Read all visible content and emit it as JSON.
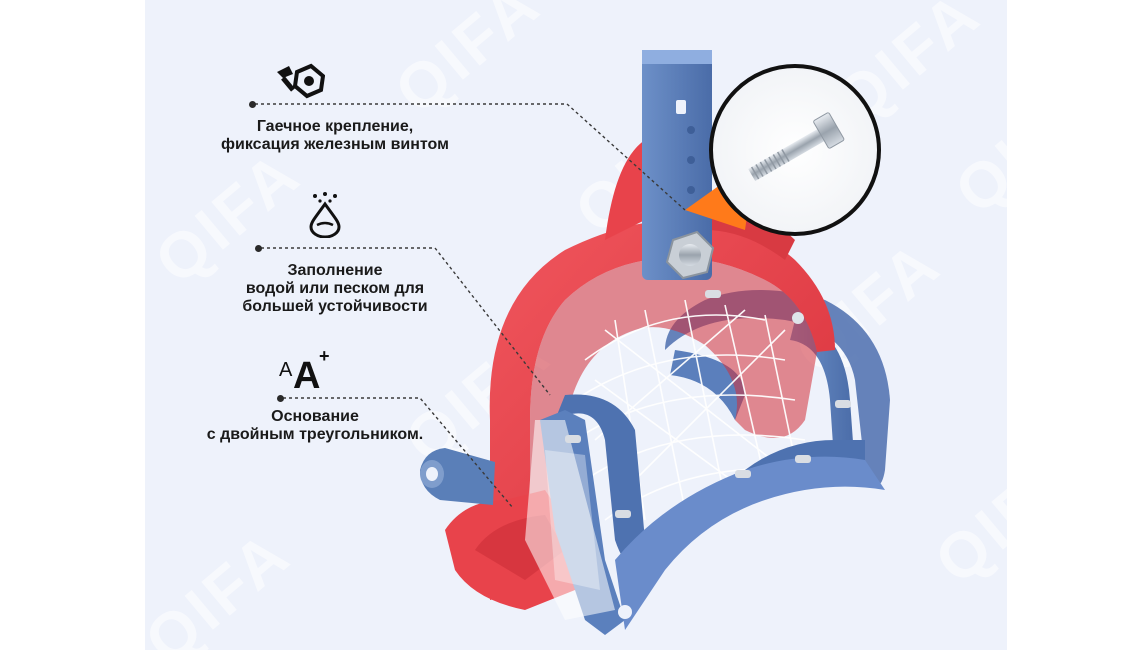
{
  "watermark_text": "QIFA",
  "features": [
    {
      "id": "bolt",
      "lines": [
        "Гаечное крепление,",
        "фиксация железным винтом"
      ],
      "icon": "bolt-nut-icon"
    },
    {
      "id": "water",
      "lines": [
        "Заполнение",
        "водой или песком для",
        "большей устойчивости"
      ],
      "icon": "water-drop-icon"
    },
    {
      "id": "base",
      "lines": [
        "Основание",
        "с двойным треугольником."
      ],
      "icon": "font-size-icon"
    }
  ],
  "colors": {
    "red": "#e8434b",
    "blue": "#5a7fb8",
    "dark_blue": "#3e5f98",
    "orange": "#ff7a1a",
    "background": "#eef2fb"
  }
}
